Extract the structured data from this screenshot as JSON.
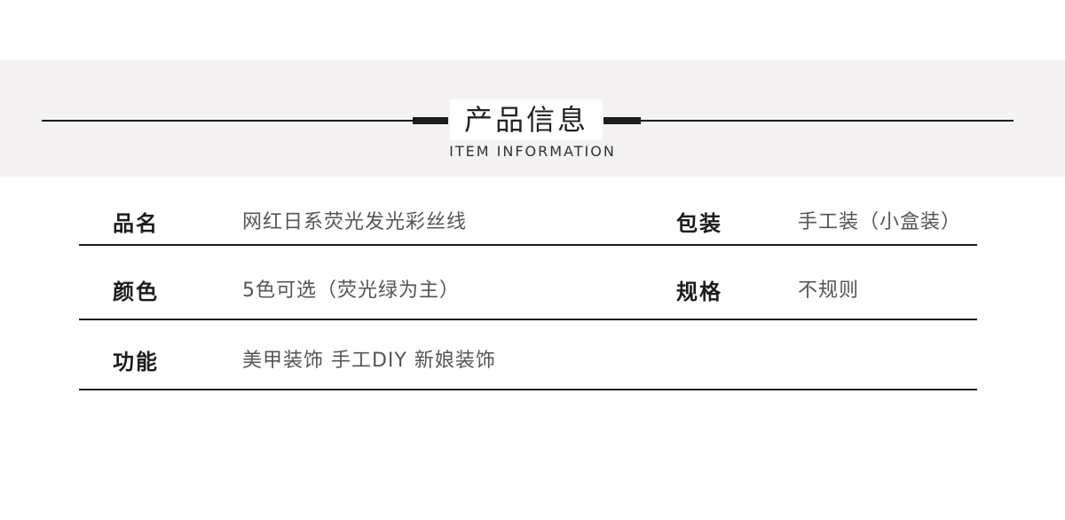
{
  "header": {
    "title_cn": "产品信息",
    "title_en": "ITEM INFORMATION"
  },
  "rows": [
    {
      "label_1": "品名",
      "value_1": "网红日系荧光发光彩丝线",
      "label_2": "包装",
      "value_2": "手工装（小盒装）"
    },
    {
      "label_1": "颜色",
      "value_1": "5色可选（荧光绿为主）",
      "label_2": "规格",
      "value_2": "不规则"
    },
    {
      "label_1": "功能",
      "value_1": "美甲装饰 手工DIY  新娘装饰"
    }
  ]
}
